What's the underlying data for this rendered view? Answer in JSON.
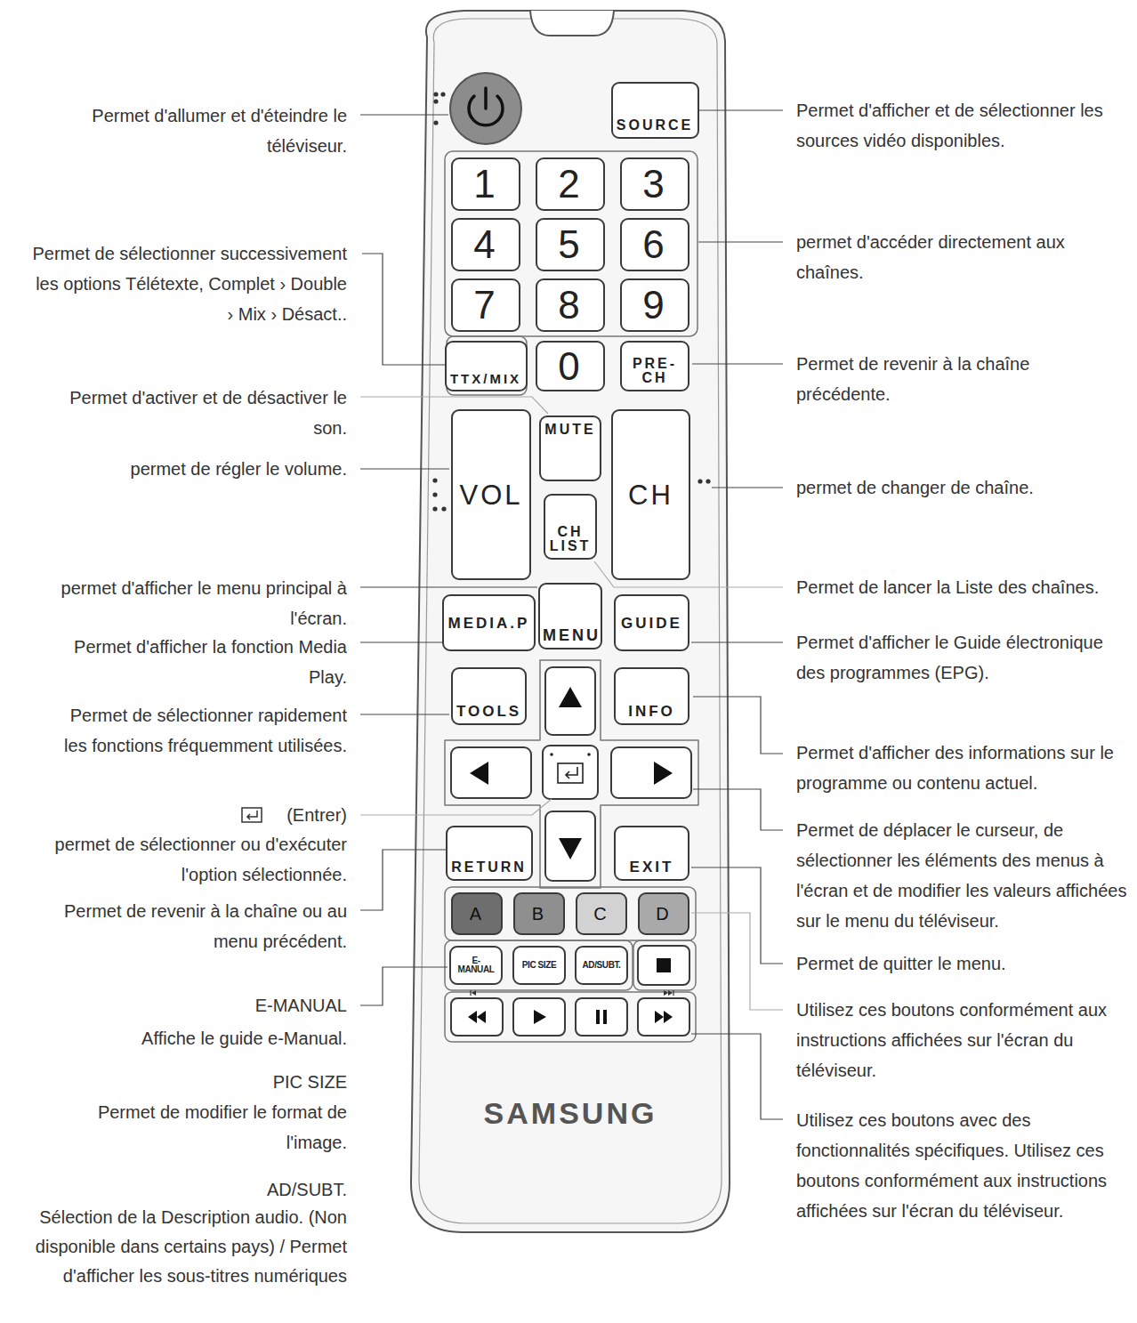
{
  "diagram": {
    "nodes": [
      {
        "text": [
          "SAMSUNG"
        ]
      },
      {
        "text": [
          "SOURCE"
        ],
        "in": 0
      },
      {
        "text": [
          "1"
        ],
        "in": 0
      },
      {
        "text": [
          "2"
        ],
        "in": 0
      },
      {
        "text": [
          "3"
        ],
        "in": 0
      },
      {
        "text": [
          "4"
        ],
        "in": 0
      },
      {
        "text": [
          "5"
        ],
        "in": 0
      },
      {
        "text": [
          "6"
        ],
        "in": 0
      },
      {
        "text": [
          "7"
        ],
        "in": 0
      },
      {
        "text": [
          "8"
        ],
        "in": 0
      },
      {
        "text": [
          "9"
        ],
        "in": 0
      },
      {
        "text": [
          "TTX/MIX"
        ],
        "in": 0
      },
      {
        "text": [
          "0"
        ],
        "in": 0
      },
      {
        "text": [
          "PRE-CH"
        ],
        "in": 0
      },
      {
        "text": [
          "VOL"
        ],
        "in": 0
      },
      {
        "text": [
          "MUTE"
        ],
        "in": 0
      },
      {
        "text": [
          "CH"
        ],
        "in": 0
      },
      {
        "text": [
          "CH LIST"
        ],
        "in": 0
      },
      {
        "text": [
          "MEDIA.P"
        ],
        "in": 0
      },
      {
        "text": [
          "MENU"
        ],
        "in": 0
      },
      {
        "text": [
          "GUIDE"
        ],
        "in": 0
      },
      {
        "text": [
          "TOOLS"
        ],
        "in": 0
      },
      {
        "text": [
          "INFO"
        ],
        "in": 0
      },
      {
        "text": [
          "RETURN"
        ],
        "in": 0
      },
      {
        "text": [
          "EXIT"
        ],
        "in": 0
      },
      {
        "text": [
          "A"
        ],
        "in": 0
      },
      {
        "text": [
          "B"
        ],
        "in": 0
      },
      {
        "text": [
          "C"
        ],
        "in": 0
      },
      {
        "text": [
          "D"
        ],
        "in": 0
      },
      {
        "text": [
          "E-MANUAL"
        ],
        "in": 0
      },
      {
        "text": [
          "PIC SIZE"
        ],
        "in": 0
      },
      {
        "text": [
          "AD/SUBT."
        ],
        "in": 0
      }
    ],
    "labels": [
      "Permet d'allumer et d'éteindre le téléviseur.",
      "Permet de sélectionner successivement les options Télétexte, Complet › Double › Mix › Désact..",
      "Permet d'activer et de désactiver le son.",
      "permet de régler le volume.",
      "permet d'afficher le menu principal à l'écran.",
      "Permet d'afficher la fonction Media Play.",
      "Permet de sélectionner rapidement les fonctions fréquemment utilisées.",
      "(Entrer)",
      "permet de sélectionner ou d'exécuter l'option sélectionnée.",
      "Permet de revenir à la chaîne ou au menu précédent.",
      "E-MANUAL",
      "Affiche le guide e-Manual.",
      "PIC SIZE",
      "Permet de modifier le format de l'image.",
      "AD/SUBT.",
      "Sélection de la Description audio. (Non disponible dans certains pays) / Permet d'afficher les sous-titres numériques",
      "Permet d'afficher et de sélectionner les sources vidéo disponibles.",
      "permet d'accéder directement aux chaînes.",
      "Permet de revenir à la chaîne précédente.",
      "permet de changer de chaîne.",
      "Permet de lancer la Liste des chaînes.",
      "Permet d'afficher le Guide électronique des programmes (EPG).",
      "Permet d'afficher des informations sur le programme ou contenu actuel.",
      "Permet de déplacer le curseur, de sélectionner les éléments des menus à l'écran et de modifier les valeurs affichées sur le menu du téléviseur.",
      "Permet de quitter le menu.",
      "Utilisez ces boutons conformément aux instructions affichées sur l'écran du téléviseur.",
      "Utilisez ces boutons avec des fonctionnalités spécifiques. Utilisez ces boutons conformément aux instructions affichées sur l'écran du téléviseur."
    ]
  }
}
